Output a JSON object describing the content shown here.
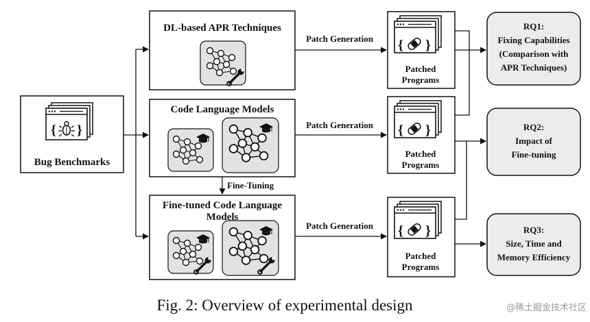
{
  "boxes": {
    "dl_apr": "DL-based APR Techniques",
    "clm": "Code Language Models",
    "ft_clm_line1": "Fine-tuned Code Language",
    "ft_clm_line2": "Models",
    "bug_bench": "Bug Benchmarks"
  },
  "edges": {
    "patch_gen_1": "Patch Generation",
    "patch_gen_2": "Patch Generation",
    "patch_gen_3": "Patch Generation",
    "fine_tuning": "Fine-Tuning"
  },
  "patched": {
    "line1": "Patched",
    "line2": "Programs"
  },
  "rq1": {
    "l1": "RQ1:",
    "l2": "Fixing Capabilities",
    "l3": "(Comparison with",
    "l4": "APR Techniques)"
  },
  "rq2": {
    "l1": "RQ2:",
    "l2": "Impact of",
    "l3": "Fine-tuning"
  },
  "rq3": {
    "l1": "RQ3:",
    "l2": "Size, Time and",
    "l3": "Memory Efficiency"
  },
  "caption": "Fig. 2: Overview of experimental design",
  "watermark": "@稀土掘金技术社区",
  "icons": {
    "program_window": "code-window-icon",
    "bug": "bug-icon",
    "patch": "bandage-icon",
    "network": "neural-network-icon",
    "wrench": "wrench-icon",
    "grad_cap": "graduation-cap-icon"
  }
}
